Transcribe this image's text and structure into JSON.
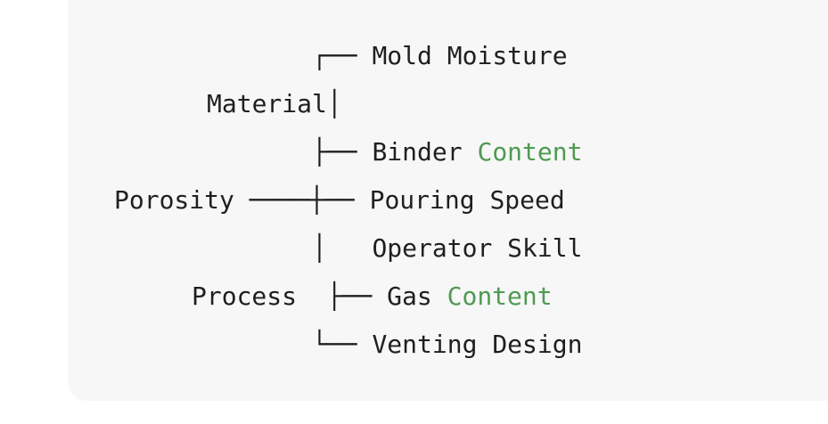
{
  "diagram": {
    "lines": [
      "       ┌── Mold Moisture",
      "Material│",
      "       ├── Binder Content",
      "Porosity ───┼── Pouring Speed",
      "       │   Operator Skill",
      "Process ├── Gas Content",
      "       └── Venting Design"
    ],
    "root": "Porosity",
    "branches": [
      "Material",
      "Process"
    ],
    "leaves": [
      "Mold Moisture",
      "Binder Content",
      "Pouring Speed",
      "Operator Skill",
      "Gas Content",
      "Venting Design"
    ],
    "highlight_word": "Content",
    "colors": {
      "text": "#1f1f1f",
      "highlight": "#4f9a52",
      "panel": "#f7f7f7"
    }
  }
}
